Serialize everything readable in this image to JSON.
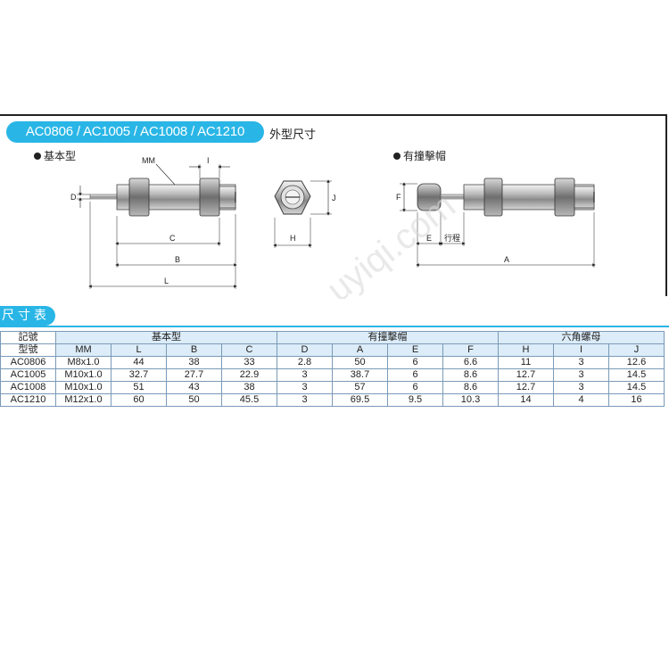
{
  "header": {
    "title": "AC0806 / AC1005 / AC1008 / AC1210",
    "title_suffix": "外型尺寸",
    "accent_color": "#29b6e6"
  },
  "views": {
    "basic": {
      "label": "基本型"
    },
    "cap": {
      "label": "有撞擊帽"
    }
  },
  "dimension_labels": {
    "MM": "MM",
    "I": "I",
    "D": "D",
    "J": "J",
    "C": "C",
    "B": "B",
    "L": "L",
    "H": "H",
    "F": "F",
    "E": "E",
    "stroke": "行程",
    "A": "A"
  },
  "watermark": "uyiqi.com",
  "table": {
    "section_title": "尺寸表",
    "corner_top": "記號",
    "corner_bottom": "型號",
    "groups": [
      "基本型",
      "有撞擊帽",
      "六角螺母"
    ],
    "columns": [
      "MM",
      "L",
      "B",
      "C",
      "D",
      "A",
      "E",
      "F",
      "H",
      "I",
      "J"
    ],
    "rows": [
      {
        "model": "AC0806",
        "values": [
          "M8x1.0",
          "44",
          "38",
          "33",
          "2.8",
          "50",
          "6",
          "6.6",
          "11",
          "3",
          "12.6"
        ]
      },
      {
        "model": "AC1005",
        "values": [
          "M10x1.0",
          "32.7",
          "27.7",
          "22.9",
          "3",
          "38.7",
          "6",
          "8.6",
          "12.7",
          "3",
          "14.5"
        ]
      },
      {
        "model": "AC1008",
        "values": [
          "M10x1.0",
          "51",
          "43",
          "38",
          "3",
          "57",
          "6",
          "8.6",
          "12.7",
          "3",
          "14.5"
        ]
      },
      {
        "model": "AC1210",
        "values": [
          "M12x1.0",
          "60",
          "50",
          "45.5",
          "3",
          "69.5",
          "9.5",
          "10.3",
          "14",
          "4",
          "16"
        ]
      }
    ]
  }
}
